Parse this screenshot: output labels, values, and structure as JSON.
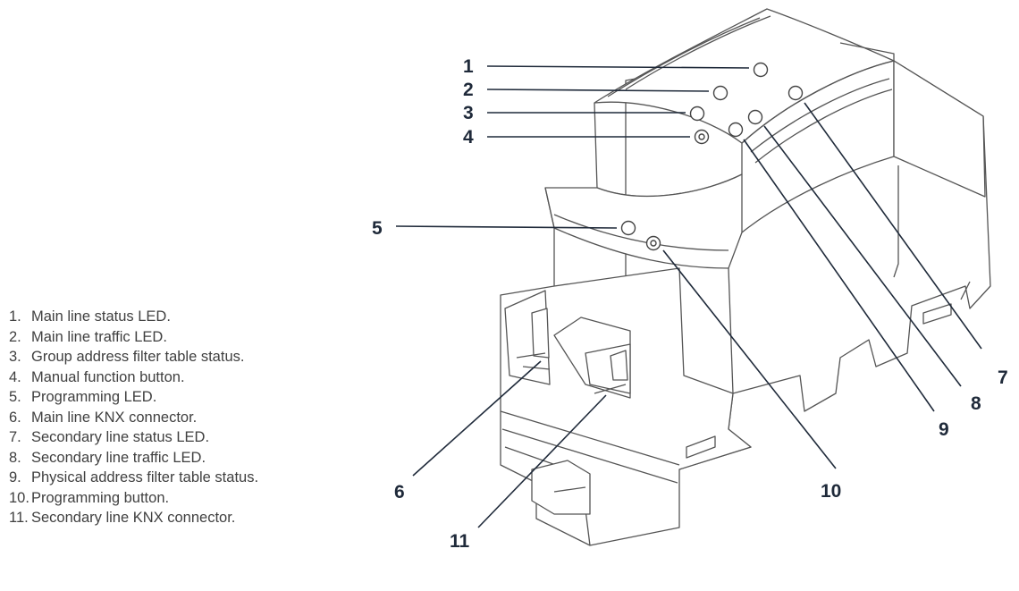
{
  "legend": [
    {
      "num": "1.",
      "text": "Main line status LED."
    },
    {
      "num": "2.",
      "text": "Main line traffic LED."
    },
    {
      "num": "3.",
      "text": "Group address filter table status."
    },
    {
      "num": "4.",
      "text": "Manual function button."
    },
    {
      "num": "5.",
      "text": "Programming LED."
    },
    {
      "num": "6.",
      "text": "Main line KNX connector."
    },
    {
      "num": "7.",
      "text": "Secondary line status LED."
    },
    {
      "num": "8.",
      "text": "Secondary line traffic LED."
    },
    {
      "num": "9.",
      "text": "Physical address filter table status."
    },
    {
      "num": "10.",
      "text": "Programming button."
    },
    {
      "num": "11.",
      "text": "Secondary line KNX connector."
    }
  ],
  "callouts": [
    "1",
    "2",
    "3",
    "4",
    "5",
    "6",
    "7",
    "8",
    "9",
    "10",
    "11"
  ]
}
